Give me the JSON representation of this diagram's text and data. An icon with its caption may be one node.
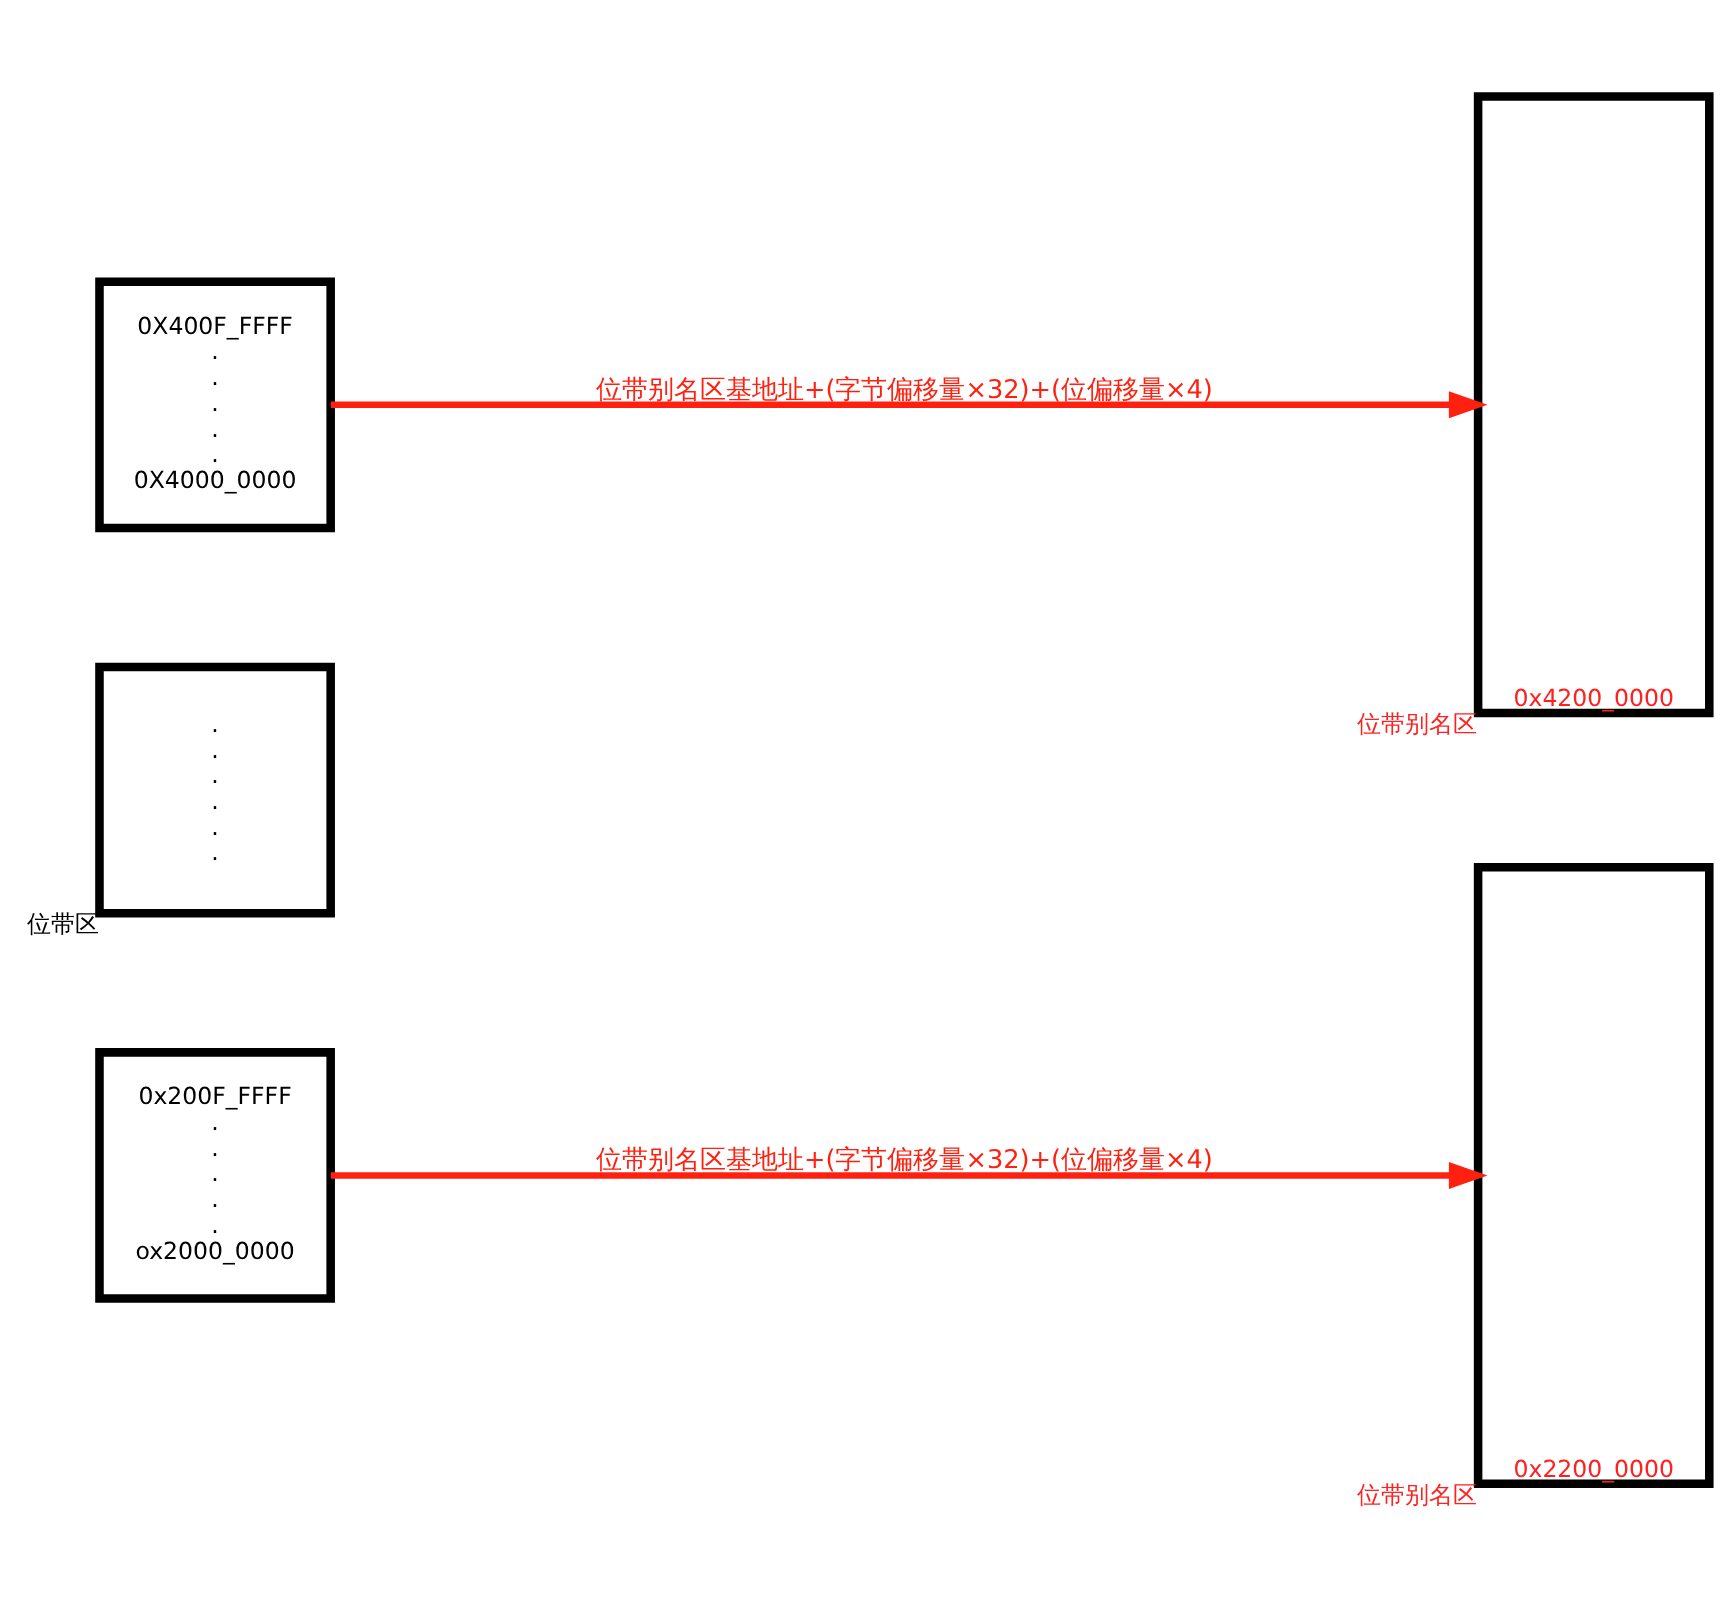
{
  "diagram": {
    "nodes": [
      {
        "text": [
          "0X400F_FFFF",
          ".",
          ".",
          ".",
          ".",
          ".",
          "0X4000_0000"
        ]
      },
      {
        "text": [
          ".",
          ".",
          ".",
          ".",
          ".",
          "."
        ],
        "beside": [
          "位带区"
        ]
      },
      {
        "text": [
          "0x200F_FFFF",
          ".",
          ".",
          ".",
          ".",
          ".",
          "ox2000_0000"
        ]
      },
      {
        "text": [
          "0x4200_0000"
        ],
        "beside": [
          "位带别名区"
        ]
      },
      {
        "text": [
          "0x2200_0000"
        ],
        "beside": [
          "位带别名区"
        ]
      }
    ],
    "edges": [
      {
        "from": 0,
        "to": 3,
        "arrow": "to",
        "label": "位带别名区基地址+(字节偏移量×32)+(位偏移量×4)"
      },
      {
        "from": 2,
        "to": 4,
        "arrow": "to",
        "label": "位带别名区基地址+(字节偏移量×32)+(位偏移量×4)"
      }
    ]
  }
}
